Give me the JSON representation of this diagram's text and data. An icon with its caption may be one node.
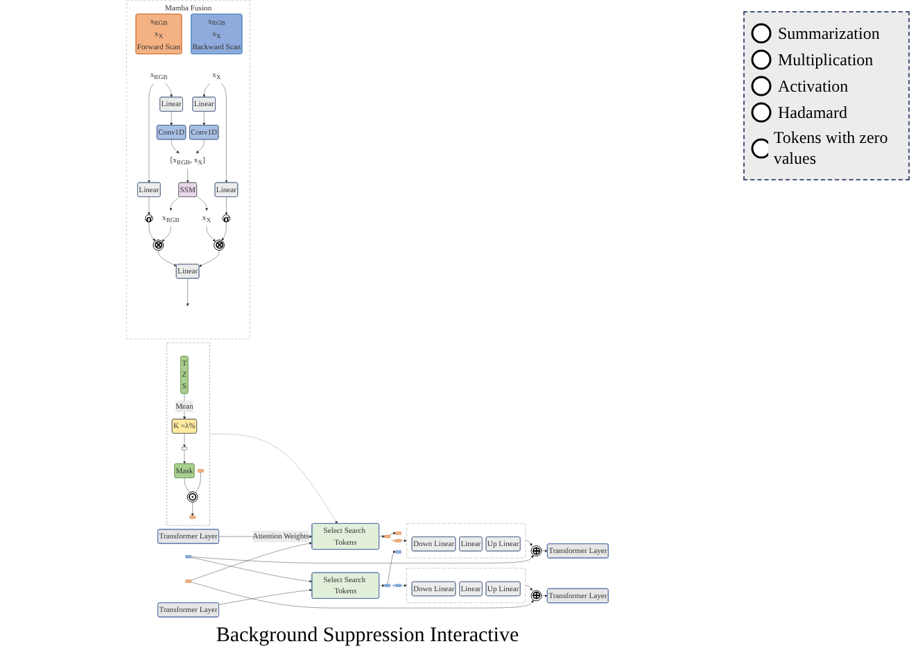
{
  "diagram": {
    "caption": "Background Suppression Interactive",
    "nodes": [
      {
        "text": [],
        "shape": "box"
      },
      {
        "text": [
          "T",
          "Z",
          "S"
        ],
        "in": 0
      },
      {
        "text": [
          "K =λ%"
        ],
        "in": 0
      },
      {
        "text": [],
        "shape": "bar",
        "in": 0
      },
      {
        "text": [
          "Mask"
        ],
        "in": 0
      },
      {
        "text": [
          "⊙"
        ],
        "in": 0
      },
      {
        "text": [],
        "shape": "bar",
        "in": 0
      },
      {
        "text": [],
        "shape": "bar",
        "in": 0
      },
      {
        "text": [
          "Transformer Layer"
        ]
      },
      {
        "text": [],
        "shape": "bar"
      },
      {
        "text": [
          "Select Search Tokens"
        ]
      },
      {
        "text": [],
        "shape": "bar"
      },
      {
        "text": [],
        "shape": "bar"
      },
      {
        "text": [],
        "shape": "bar"
      },
      {
        "text": [],
        "shape": "box"
      },
      {
        "text": [
          "Down Linear"
        ],
        "in": 14
      },
      {
        "text": [
          "Linear"
        ],
        "in": 14
      },
      {
        "text": [
          "Up Linear"
        ],
        "in": 14
      },
      {
        "text": [
          "⊕"
        ]
      },
      {
        "text": [
          "Transformer Layer"
        ]
      },
      {
        "text": [
          "Transformer Layer"
        ]
      },
      {
        "text": [],
        "shape": "bar"
      },
      {
        "text": [
          "Select Search Tokens"
        ]
      },
      {
        "text": [],
        "shape": "bar"
      },
      {
        "text": [],
        "shape": "bar"
      },
      {
        "text": [],
        "shape": "bar"
      },
      {
        "text": [],
        "shape": "box"
      },
      {
        "text": [
          "Down Linear"
        ],
        "in": 26
      },
      {
        "text": [
          "Linear"
        ],
        "in": 26
      },
      {
        "text": [
          "Up Linear"
        ],
        "in": 26
      },
      {
        "text": [
          "⊕"
        ]
      },
      {
        "text": [
          "Transformer Layer"
        ]
      },
      {
        "text": [
          "Mamba Fusion"
        ]
      },
      {
        "text": [
          "x$_{RGB}$",
          "x$_{X}$",
          "Forward Scan"
        ],
        "in": 32
      },
      {
        "text": [
          "x$_{RGB}$",
          "x$_{X}$",
          "Backward Scan"
        ],
        "in": 32
      },
      {
        "text": [
          "x$_{RGB}$"
        ],
        "in": 32
      },
      {
        "text": [
          "x$_{X}$"
        ],
        "in": 32
      },
      {
        "text": [
          "Linear"
        ],
        "in": 32
      },
      {
        "text": [
          "Linear"
        ],
        "in": 32
      },
      {
        "text": [
          "Linear"
        ],
        "in": 32
      },
      {
        "text": [
          "Linear"
        ],
        "in": 32
      },
      {
        "text": [
          "Conv1D"
        ],
        "in": 32
      },
      {
        "text": [
          "Conv1D"
        ],
        "in": 32
      },
      {
        "text": [
          "σ"
        ],
        "in": 32
      },
      {
        "text": [
          "[x$_{RGB}$, x$_{X}$]"
        ],
        "in": 32
      },
      {
        "text": [
          "σ"
        ],
        "in": 32
      },
      {
        "text": [
          "SSM"
        ],
        "in": 32
      },
      {
        "text": [
          "⊗"
        ],
        "in": 32
      },
      {
        "text": [
          "x$_{RGB}$"
        ],
        "in": 32
      },
      {
        "text": [
          "x$_{X}$"
        ],
        "in": 32
      },
      {
        "text": [
          "⊗"
        ],
        "in": 32
      },
      {
        "text": [
          "Linear"
        ],
        "in": 32
      }
    ],
    "edges": [
      {
        "from": 1,
        "to": 2,
        "arrow": "to",
        "label": "Mean"
      },
      {
        "from": 2,
        "to": 3,
        "arrow": "to"
      },
      {
        "from": 3,
        "to": 4,
        "arrow": "to"
      },
      {
        "from": 4,
        "to": 5,
        "arrow": "none"
      },
      {
        "from": 6,
        "to": 5,
        "arrow": "none"
      },
      {
        "from": 5,
        "to": 7,
        "arrow": "to"
      },
      {
        "from": 0,
        "to": 10,
        "arrow": "to",
        "style": "dashed"
      },
      {
        "from": 9,
        "to": 10,
        "arrow": "to"
      },
      {
        "from": 8,
        "to": 10,
        "arrow": "to",
        "label": "Attention Weights"
      },
      {
        "from": 10,
        "to": 11,
        "arrow": "to"
      },
      {
        "from": 11,
        "to": 12,
        "arrow": "to"
      },
      {
        "from": 13,
        "to": 14,
        "arrow": "to"
      },
      {
        "from": 11,
        "to": 25,
        "arrow": "to",
        "color": "#f4b183"
      },
      {
        "from": 23,
        "to": 13,
        "arrow": "to",
        "color": "#8faadc"
      },
      {
        "from": 14,
        "to": 18,
        "arrow": "to"
      },
      {
        "from": 9,
        "to": 18,
        "arrow": "to"
      },
      {
        "from": 18,
        "to": 19,
        "arrow": "to"
      },
      {
        "from": 20,
        "to": 22,
        "arrow": "to"
      },
      {
        "from": 21,
        "to": 22,
        "arrow": "to"
      },
      {
        "from": 22,
        "to": 23,
        "arrow": "to"
      },
      {
        "from": 23,
        "to": 24,
        "arrow": "to"
      },
      {
        "from": 25,
        "to": 26,
        "arrow": "to"
      },
      {
        "from": 26,
        "to": 30,
        "arrow": "to"
      },
      {
        "from": 21,
        "to": 30,
        "arrow": "to"
      },
      {
        "from": 30,
        "to": 31,
        "arrow": "to"
      },
      {
        "from": 35,
        "to": 37,
        "arrow": "to"
      },
      {
        "from": 35,
        "to": 38,
        "arrow": "to"
      },
      {
        "from": 36,
        "to": 39,
        "arrow": "to"
      },
      {
        "from": 36,
        "to": 40,
        "arrow": "to"
      },
      {
        "from": 38,
        "to": 41,
        "arrow": "to"
      },
      {
        "from": 39,
        "to": 42,
        "arrow": "to"
      },
      {
        "from": 41,
        "to": 44,
        "arrow": "to"
      },
      {
        "from": 42,
        "to": 44,
        "arrow": "to"
      },
      {
        "from": 37,
        "to": 43,
        "arrow": "to"
      },
      {
        "from": 40,
        "to": 45,
        "arrow": "to"
      },
      {
        "from": 44,
        "to": 46,
        "arrow": "to"
      },
      {
        "from": 46,
        "to": 48,
        "arrow": "to"
      },
      {
        "from": 46,
        "to": 49,
        "arrow": "to"
      },
      {
        "from": 43,
        "to": 47,
        "arrow": "to"
      },
      {
        "from": 45,
        "to": 50,
        "arrow": "to"
      },
      {
        "from": 48,
        "to": 47,
        "arrow": "to"
      },
      {
        "from": 49,
        "to": 50,
        "arrow": "to"
      },
      {
        "from": 47,
        "to": 51,
        "arrow": "to"
      },
      {
        "from": 50,
        "to": 51,
        "arrow": "to"
      },
      {
        "from": 51,
        "to": null,
        "arrow": "to"
      }
    ],
    "legend": [
      {
        "text": "Summarization"
      },
      {
        "text": "Multiplication"
      },
      {
        "text": "Activation"
      },
      {
        "text": "Hadamard"
      },
      {
        "text": "Tokens with zero values"
      }
    ]
  }
}
